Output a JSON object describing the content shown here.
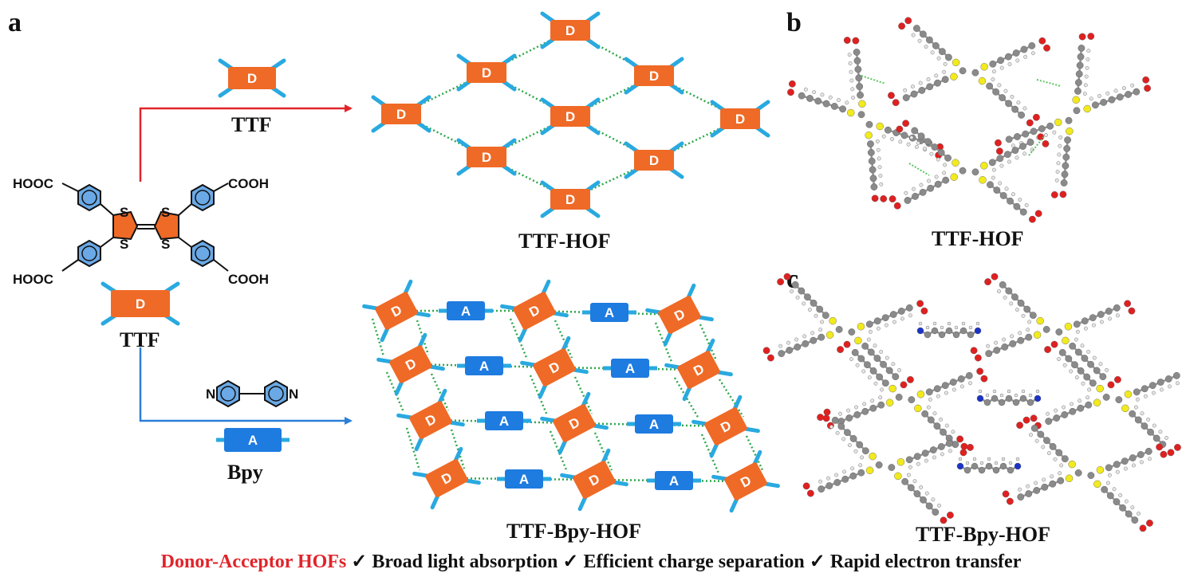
{
  "panels": {
    "a": "a",
    "b": "b",
    "c": "c"
  },
  "labels": {
    "ttf_top": "TTF",
    "ttf_left": "TTF",
    "bpy": "Bpy",
    "ttf_hof_center": "TTF-HOF",
    "ttf_bpy_hof_center": "TTF-Bpy-HOF",
    "ttf_hof_right": "TTF-HOF",
    "ttf_bpy_hof_right": "TTF-Bpy-HOF"
  },
  "molecule": {
    "cooh_tl": "HOOC",
    "cooh_bl": "HOOC",
    "cooh_tr": "COOH",
    "cooh_br": "COOH",
    "sulfur": "S",
    "nitrogen": "N"
  },
  "blocks": {
    "donor": "D",
    "acceptor": "A"
  },
  "caption": {
    "red_part": "Donor-Acceptor HOFs",
    "rest": "✓ Broad light absorption   ✓ Efficient charge separation   ✓ Rapid electron transfer"
  },
  "colors": {
    "donor": "#ef6a26",
    "acceptor": "#1e7be0",
    "arms": "#29a9e0",
    "hbond": "#2ea84a",
    "arrow_red": "#e1242a",
    "arrow_blue": "#2b7fd6",
    "sulfur_atom": "#f2ea1d",
    "oxygen_atom": "#e02020",
    "nitrogen_atom": "#1a34c8",
    "carbon_atom": "#8a8a8a"
  }
}
